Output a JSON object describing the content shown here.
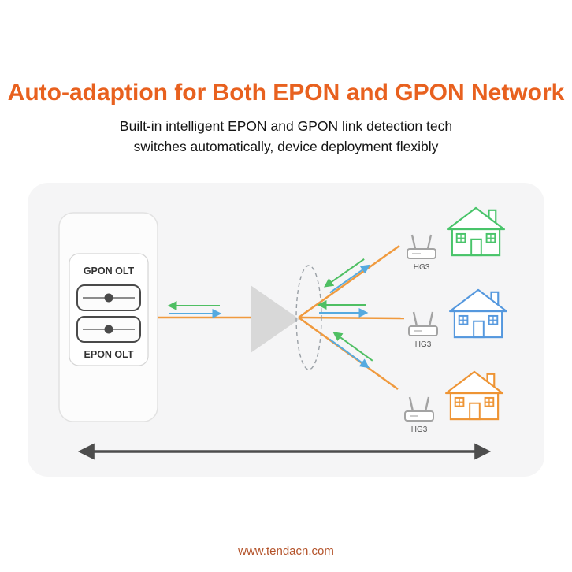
{
  "header": {
    "title": "Auto-adaption for Both EPON and GPON Network",
    "subtitle_line1": "Built-in intelligent EPON and GPON link detection tech",
    "subtitle_line2": "switches automatically, device deployment flexibly"
  },
  "diagram": {
    "olt": {
      "gpon_label": "GPON OLT",
      "epon_label": "EPON OLT"
    },
    "routers": [
      {
        "label": "HG3"
      },
      {
        "label": "HG3"
      },
      {
        "label": "HG3"
      }
    ],
    "colors": {
      "title_orange": "#e8611f",
      "panel_bg": "#f5f5f6",
      "fiber_orange": "#f09a3e",
      "arrow_green": "#4fbf63",
      "arrow_blue": "#55aae0",
      "house_green": "#49c46a",
      "house_blue": "#5598de",
      "house_orange": "#ee9434",
      "splitter_gray": "#d8d8d8",
      "coverage_arrow": "#4d4d4d"
    }
  },
  "footer": {
    "url": "www.tendacn.com"
  }
}
